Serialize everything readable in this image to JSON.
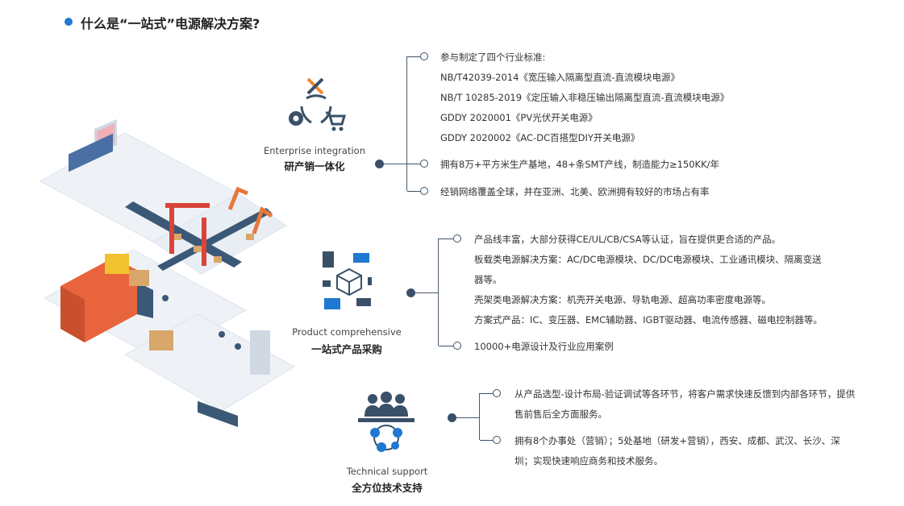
{
  "title": "什么是“一站式”电源解决方案?",
  "sections": [
    {
      "en": "Enterprise integration",
      "cn": "研产销一体化",
      "items": [
        "参与制定了四个行业标准:",
        "NB/T42039-2014《宽压输入隔离型直流-直流模块电源》",
        "NB/T 10285-2019《定压输入非稳压输出隔离型直流-直流模块电源》",
        "GDDY 2020001《PV光伏开关电源》",
        "GDDY 2020002《AC-DC百搭型DIY开关电源》",
        "拥有8万+平方米生产基地，48+条SMT产线，制造能力≥150KK/年",
        "经销网络覆盖全球，并在亚洲、北美、欧洲拥有较好的市场占有率"
      ]
    },
    {
      "en": "Product comprehensive",
      "cn": "一站式产品采购",
      "items": [
        "产品线丰富，大部分获得CE/UL/CB/CSA等认证，旨在提供更合适的产品。",
        "板载类电源解决方案：AC/DC电源模块、DC/DC电源模块、工业通讯模块、隔离变送",
        "器等。",
        "壳架类电源解决方案：机壳开关电源、导轨电源、超高功率密度电源等。",
        "方案式产品：IC、变压器、EMC辅助器、IGBT驱动器、电流传感器、磁电控制器等。",
        "10000+电源设计及行业应用案例"
      ]
    },
    {
      "en": "Technical support",
      "cn": "全方位技术支持",
      "items": [
        "从产品选型-设计布局-验证调试等各环节，将客户需求快速反馈到内部各环节，提供",
        "售前售后全方面服务。",
        "拥有8个办事处（营销）；5处基地（研发+营销），西安、成都、武汉、长沙、深",
        "圳；实现快速响应商务和技术服务。"
      ]
    }
  ],
  "colors": {
    "accent": "#1f78d1",
    "dark": "#3a5068",
    "icon_orange": "#f08a2c"
  }
}
